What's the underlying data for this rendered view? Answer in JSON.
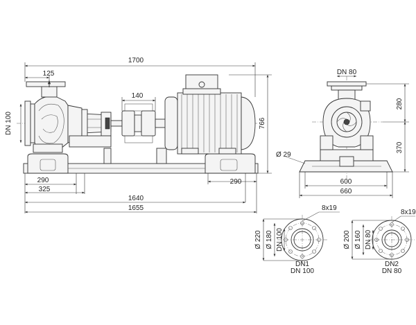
{
  "dimensions": {
    "overall_length": "1700",
    "flange_offset": "125",
    "coupling_gap": "140",
    "height": "766",
    "dn_suction_side": "DN 100",
    "foot_290_left": "290",
    "foot_325": "325",
    "foot_290_right": "290",
    "base_1640": "1640",
    "base_1655": "1655",
    "dn_top": "DN 80",
    "side_280": "280",
    "side_370": "370",
    "hole_29": "Ø 29",
    "side_600": "600",
    "side_660": "660"
  },
  "flange1": {
    "d220": "Ø 220",
    "d180": "Ø 180",
    "dn100": "DN 100",
    "bolts": "8x19",
    "name": "DN1",
    "size": "DN 100"
  },
  "flange2": {
    "d200": "Ø 200",
    "d160": "Ø 160",
    "dn80": "DN 80",
    "bolts": "8x19",
    "name": "DN2",
    "size": "DN 80"
  }
}
